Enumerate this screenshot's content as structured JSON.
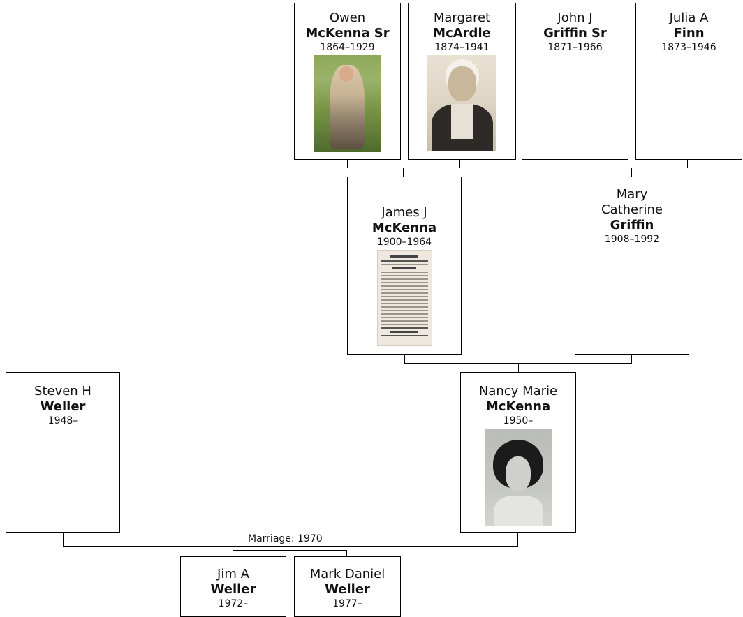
{
  "tree": {
    "people": {
      "owen": {
        "given": "Owen",
        "surname": "McKenna Sr",
        "dates": "1864–1929",
        "photo": "colour-portrait-photo"
      },
      "margaret": {
        "given": "Margaret",
        "surname": "McArdle",
        "dates": "1874–1941",
        "photo": "sepia-portrait-photo"
      },
      "johnj": {
        "given": "John J",
        "surname": "Griffin Sr",
        "dates": "1871–1966"
      },
      "julia": {
        "given": "Julia A",
        "surname": "Finn",
        "dates": "1873–1946"
      },
      "james": {
        "given": "James J",
        "surname": "McKenna",
        "dates": "1900–1964",
        "photo": "funeral-notice-clipping"
      },
      "mary": {
        "given": "Mary Catherine",
        "surname": "Griffin",
        "dates": "1908–1992"
      },
      "steven": {
        "given": "Steven H",
        "surname": "Weiler",
        "dates": "1948–"
      },
      "nancy": {
        "given": "Nancy Marie",
        "surname": "McKenna",
        "dates": "1950–",
        "photo": "bw-portrait-photo"
      },
      "jim": {
        "given": "Jim A",
        "surname": "Weiler",
        "dates": "1972–"
      },
      "mark": {
        "given": "Mark Daniel",
        "surname": "Weiler",
        "dates": "1977–"
      }
    },
    "marriage_label": "Marriage: 1970",
    "colors": {
      "border": "#000000",
      "background": "#ffffff",
      "text": "#111111"
    }
  }
}
